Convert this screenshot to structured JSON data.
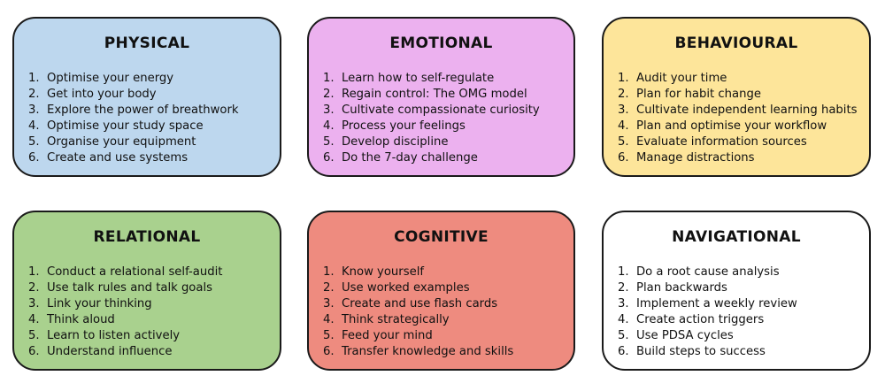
{
  "cards": [
    {
      "title": "PHYSICAL",
      "color": "#bdd7ee",
      "items": [
        {
          "num": "1.",
          "text": "Optimise your energy"
        },
        {
          "num": "2.",
          "text": "Get into your body"
        },
        {
          "num": "3.",
          "text": "Explore the power of breathwork"
        },
        {
          "num": "4.",
          "text": "Optimise your study space"
        },
        {
          "num": "5.",
          "text": "Organise your equipment"
        },
        {
          "num": "6.",
          "text": "Create and use systems"
        }
      ]
    },
    {
      "title": "EMOTIONAL",
      "color": "#ecb1ef",
      "items": [
        {
          "num": "1.",
          "text": "Learn how to self-regulate"
        },
        {
          "num": "2.",
          "text": "Regain control: The OMG model"
        },
        {
          "num": "3.",
          "text": "Cultivate compassionate curiosity"
        },
        {
          "num": "4.",
          "text": "Process your feelings"
        },
        {
          "num": "5.",
          "text": "Develop discipline"
        },
        {
          "num": "6.",
          "text": "Do the 7-day challenge"
        }
      ]
    },
    {
      "title": "BEHAVIOURAL",
      "color": "#fde59a",
      "items": [
        {
          "num": "1.",
          "text": "Audit your time"
        },
        {
          "num": "2.",
          "text": "Plan for habit change"
        },
        {
          "num": "3.",
          "text": "Cultivate independent learning habits"
        },
        {
          "num": "4.",
          "text": "Plan and optimise your workflow"
        },
        {
          "num": "5.",
          "text": "Evaluate information sources"
        },
        {
          "num": "6.",
          "text": "Manage distractions"
        }
      ]
    },
    {
      "title": "RELATIONAL",
      "color": "#a9d18e",
      "items": [
        {
          "num": "1.",
          "text": "Conduct a relational self-audit"
        },
        {
          "num": "2.",
          "text": "Use talk rules and talk goals"
        },
        {
          "num": "3.",
          "text": "Link your thinking"
        },
        {
          "num": "4.",
          "text": "Think aloud"
        },
        {
          "num": "5.",
          "text": "Learn to listen actively"
        },
        {
          "num": "6.",
          "text": "Understand influence"
        }
      ]
    },
    {
      "title": "COGNITIVE",
      "color": "#ee8b7f",
      "items": [
        {
          "num": "1.",
          "text": "Know yourself"
        },
        {
          "num": "2.",
          "text": "Use worked examples"
        },
        {
          "num": "3.",
          "text": "Create and use flash cards"
        },
        {
          "num": "4.",
          "text": "Think strategically"
        },
        {
          "num": "5.",
          "text": "Feed your mind"
        },
        {
          "num": "6.",
          "text": "Transfer knowledge and skills"
        }
      ]
    },
    {
      "title": "NAVIGATIONAL",
      "color": "#ffffff",
      "items": [
        {
          "num": "1.",
          "text": "Do a root cause analysis"
        },
        {
          "num": "2.",
          "text": "Plan backwards"
        },
        {
          "num": "3.",
          "text": "Implement a weekly review"
        },
        {
          "num": "4.",
          "text": "Create action triggers"
        },
        {
          "num": "5.",
          "text": "Use PDSA cycles"
        },
        {
          "num": "6.",
          "text": "Build steps to success"
        }
      ]
    }
  ]
}
